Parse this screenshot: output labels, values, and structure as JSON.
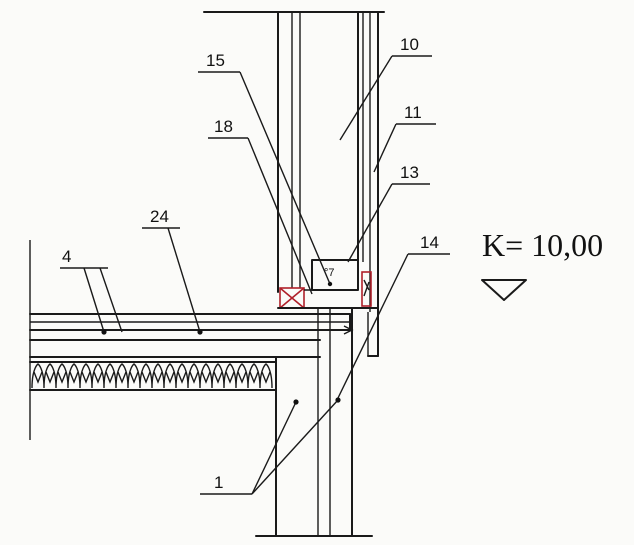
{
  "labels": {
    "l10": "10",
    "l11": "11",
    "l13": "13",
    "l14": "14",
    "l15": "15",
    "l18": "18",
    "l24": "24",
    "l4": "4",
    "l1": "1"
  },
  "elevation": {
    "text": "K= 10,00"
  },
  "colors": {
    "line": "#1a1a1a",
    "accent": "#b0202a",
    "background": "#fbfbf9"
  }
}
